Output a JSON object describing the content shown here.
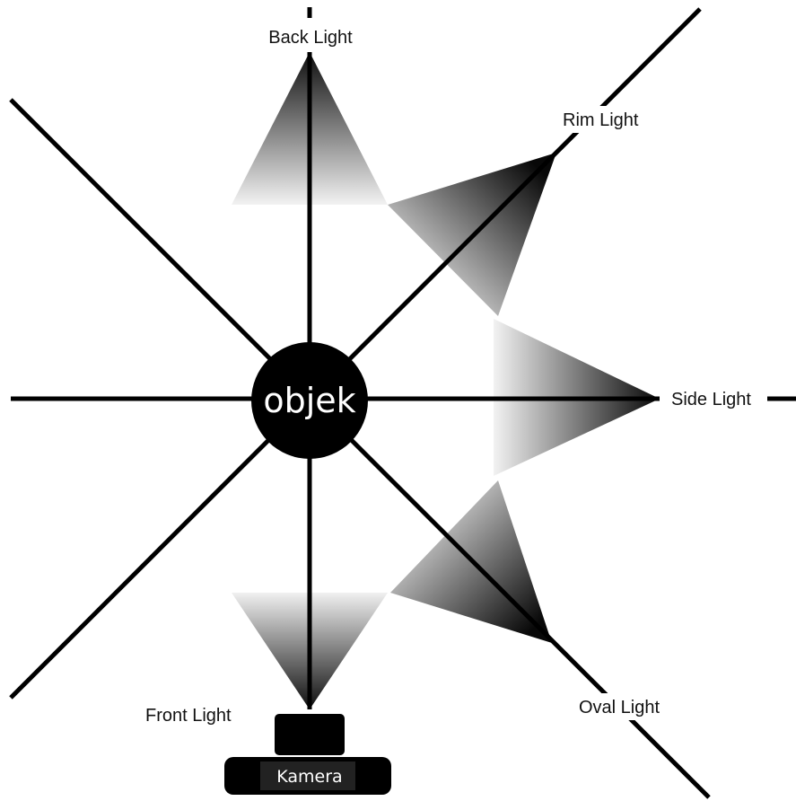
{
  "diagram": {
    "center_label": "objek",
    "camera_label": "Kamera",
    "lights": {
      "back": "Back Light",
      "rim": "Rim Light",
      "side": "Side Light",
      "oval": "Oval Light",
      "front": "Front Light"
    }
  }
}
